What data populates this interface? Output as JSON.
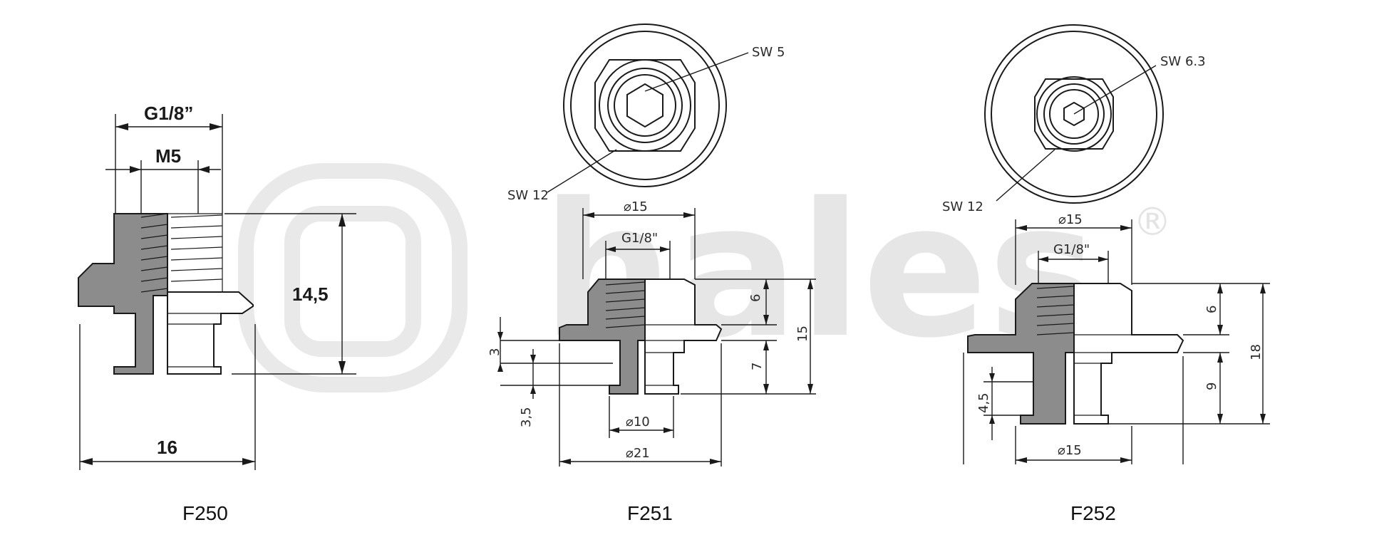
{
  "watermark": {
    "brand_text": "hales",
    "registered_mark": "®"
  },
  "parts": [
    {
      "id": "F250",
      "caption": "F250",
      "dims": {
        "thread_g": "G1/8”",
        "thread_m": "M5",
        "height": "14,5",
        "width": "16"
      }
    },
    {
      "id": "F251",
      "caption": "F251",
      "callouts": {
        "sw_inner": "SW 5",
        "sw_outer": "SW 12"
      },
      "dims": {
        "d_top": "⌀15",
        "thread": "G1/8\"",
        "h6": "6",
        "h15": "15",
        "h7": "7",
        "h3": "3",
        "h35": "3,5",
        "d10": "⌀10",
        "d21": "⌀21"
      }
    },
    {
      "id": "F252",
      "caption": "F252",
      "callouts": {
        "sw_inner": "SW 6.3",
        "sw_outer": "SW 12"
      },
      "dims": {
        "d_top": "⌀15",
        "thread": "G1/8\"",
        "h6": "6",
        "h18": "18",
        "h9": "9",
        "h45": "4,5",
        "d_bottom": "⌀15"
      }
    }
  ]
}
